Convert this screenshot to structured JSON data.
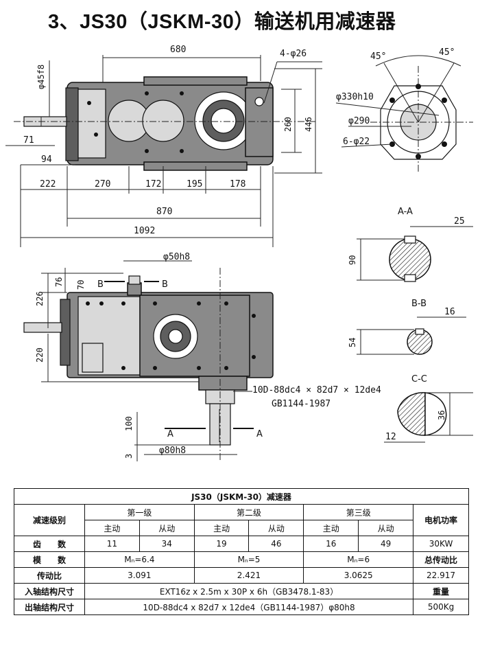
{
  "title": "3、JS30（JSKM-30）输送机用减速器",
  "dims": {
    "d680": "680",
    "d4phi26": "4-φ26",
    "dphi45f8": "φ45f8",
    "d71": "71",
    "d94": "94",
    "d260": "260",
    "d446": "446",
    "d222": "222",
    "d270": "270",
    "d172": "172",
    "d195": "195",
    "d178": "178",
    "d870": "870",
    "d1092": "1092",
    "a45l": "45°",
    "a45r": "45°",
    "dphi330": "φ330h10",
    "dphi290": "φ290",
    "d6phi22": "6-φ22",
    "d76": "76",
    "d70": "70",
    "d226": "226",
    "d220": "220",
    "dphi50": "φ50h8",
    "d100": "100",
    "d3": "3",
    "dphi80": "φ80h8",
    "spline": "10D-88dc4 × 82d7 × 12de4",
    "gb": "GB1144-1987",
    "secAA": "A-A",
    "d25": "25",
    "d90": "90",
    "secBB": "B-B",
    "d16": "16",
    "d54": "54",
    "secCC": "C-C",
    "d36": "36",
    "d12": "12",
    "markA": "A",
    "markB": "B"
  },
  "table": {
    "caption": "JS30（JSKM-30）减速器",
    "row_label_stage": "减速级别",
    "stage1": "第一级",
    "stage2": "第二级",
    "stage3": "第三级",
    "motor_power_label": "电机功率",
    "driving": "主动",
    "driven": "从动",
    "teeth_label": "齿　　数",
    "teeth": [
      "11",
      "34",
      "19",
      "46",
      "16",
      "49"
    ],
    "motor_power": "30KW",
    "module_label": "模　　数",
    "modules": [
      "Mₙ=6.4",
      "Mₙ=5",
      "Mₙ=6"
    ],
    "total_ratio_label": "总传动比",
    "ratio_label": "传动比",
    "ratios": [
      "3.091",
      "2.421",
      "3.0625"
    ],
    "total_ratio": "22.917",
    "input_label": "入轴结构尺寸",
    "input_value": "EXT16z x 2.5m x 30P x 6h（GB3478.1-83）",
    "weight_label": "重量",
    "output_label": "出轴结构尺寸",
    "output_value": "10D-88dc4 x 82d7 x 12de4（GB1144-1987）φ80h8",
    "weight": "500Kg"
  }
}
